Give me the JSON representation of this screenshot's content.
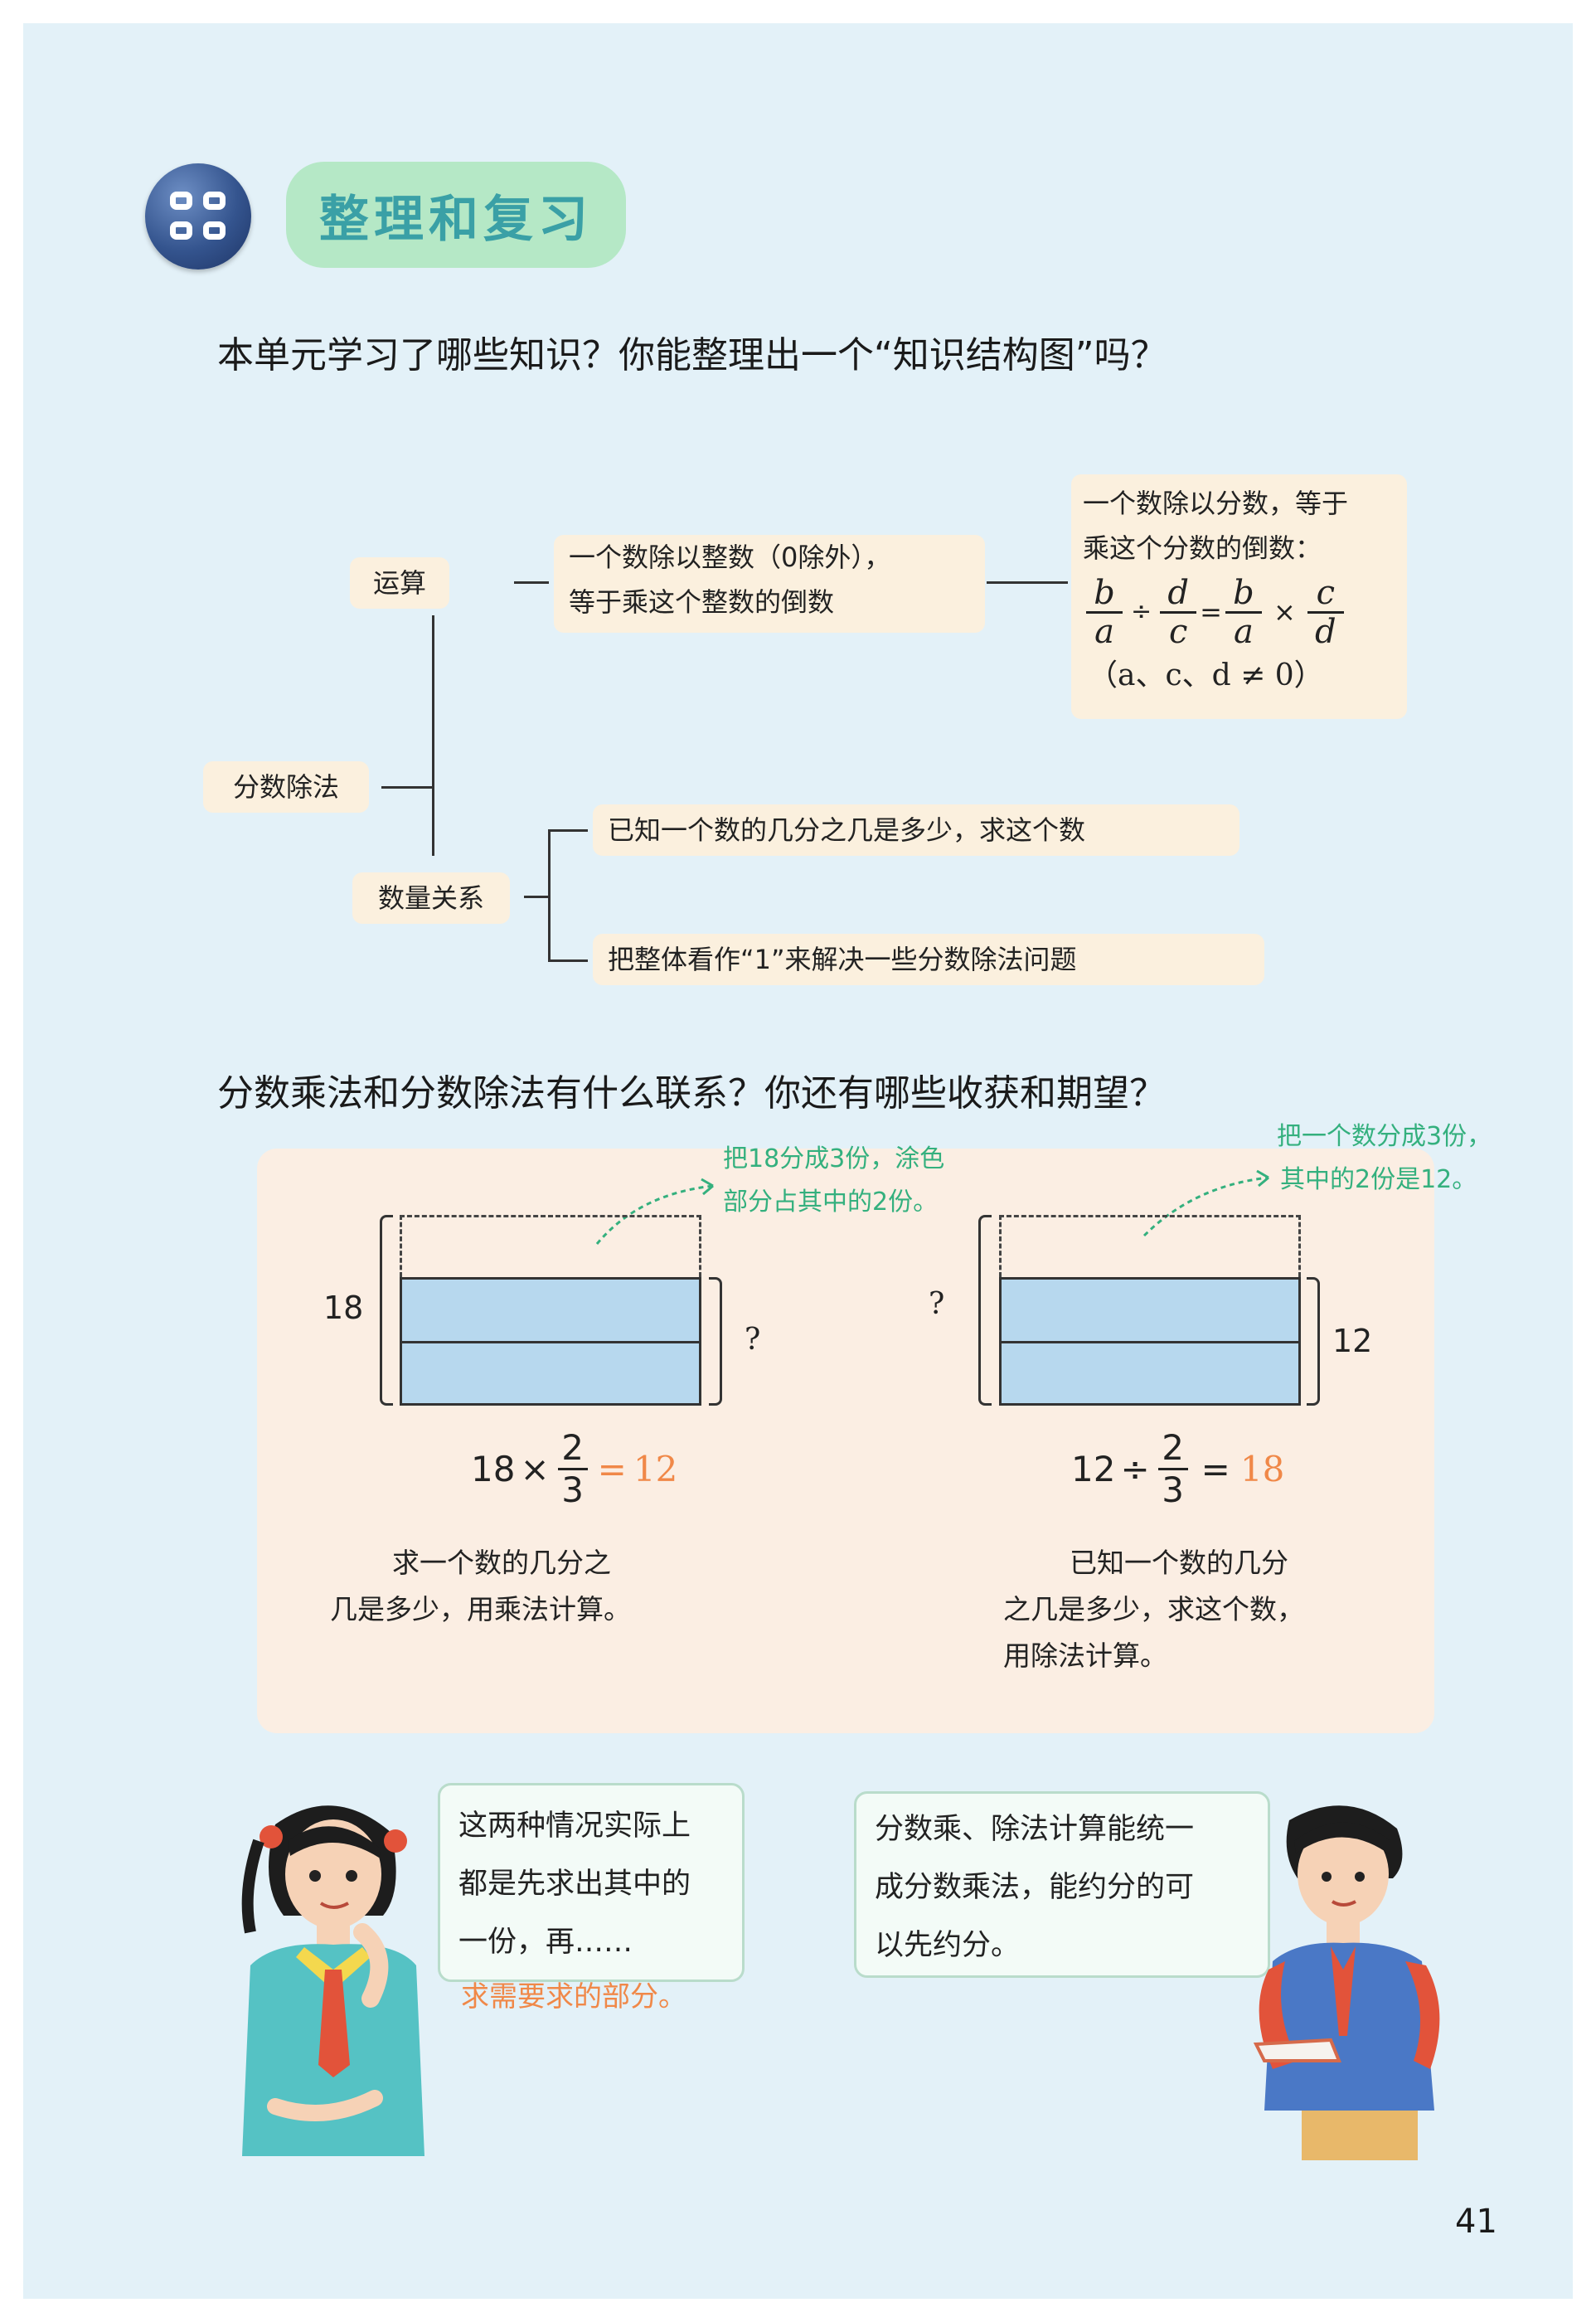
{
  "header": {
    "title": "整理和复习"
  },
  "question1": "本单元学习了哪些知识？你能整理出一个“知识结构图”吗？",
  "knowledge_map": {
    "root": "分数除法",
    "operation": {
      "label": "运算",
      "rule_integer_line1": "一个数除以整数（0除外），",
      "rule_integer_line2": "等于乘这个整数的倒数",
      "rule_fraction_line1": "一个数除以分数，等于",
      "rule_fraction_line2": "乘这个分数的倒数：",
      "formula": {
        "a": "a",
        "b": "b",
        "c": "c",
        "d": "d",
        "div": "÷",
        "eq": "=",
        "mul": "×",
        "condition": "（a、c、d ≠ 0）"
      }
    },
    "quantity": {
      "label": "数量关系",
      "item1": "已知一个数的几分之几是多少，求这个数",
      "item2": "把整体看作“1”来解决一些分数除法问题"
    }
  },
  "question2": "分数乘法和分数除法有什么联系？你还有哪些收获和期望？",
  "diagram_left": {
    "note_line1": "把18分成3份，涂色",
    "note_line2": "部分占其中的2份。",
    "whole_label": "18",
    "part_label": "?",
    "eq_a": "18",
    "eq_op": "×",
    "eq_num": "2",
    "eq_den": "3",
    "eq_eq": "=",
    "eq_result": "12",
    "caption_line1": "求一个数的几分之",
    "caption_line2": "几是多少，用乘法计算。"
  },
  "diagram_right": {
    "note_line1": "把一个数分成3份，",
    "note_line2": "其中的2份是12。",
    "whole_label": "?",
    "part_label": "12",
    "eq_a": "12",
    "eq_op": "÷",
    "eq_num": "2",
    "eq_den": "3",
    "eq_eq": "=",
    "eq_result": "18",
    "caption_line1": "已知一个数的几分",
    "caption_line2": "之几是多少，求这个数，",
    "caption_line3": "用除法计算。"
  },
  "bubble_girl": {
    "line1": "这两种情况实际上",
    "line2": "都是先求出其中的",
    "line3": "一份，再……",
    "extra": "求需要求的部分。"
  },
  "bubble_boy": {
    "line1": "分数乘、除法计算能统一",
    "line2": "成分数乘法，能约分的可",
    "line3": "以先约分。"
  },
  "page_number": "41",
  "colors": {
    "page_bg": "#e3f1f8",
    "pill": "#b5e8c6",
    "title": "#3aa0a6",
    "box": "#fbf0de",
    "rect_fill": "#b7d8ee",
    "green_note": "#34b07e",
    "orange": "#f08848"
  }
}
